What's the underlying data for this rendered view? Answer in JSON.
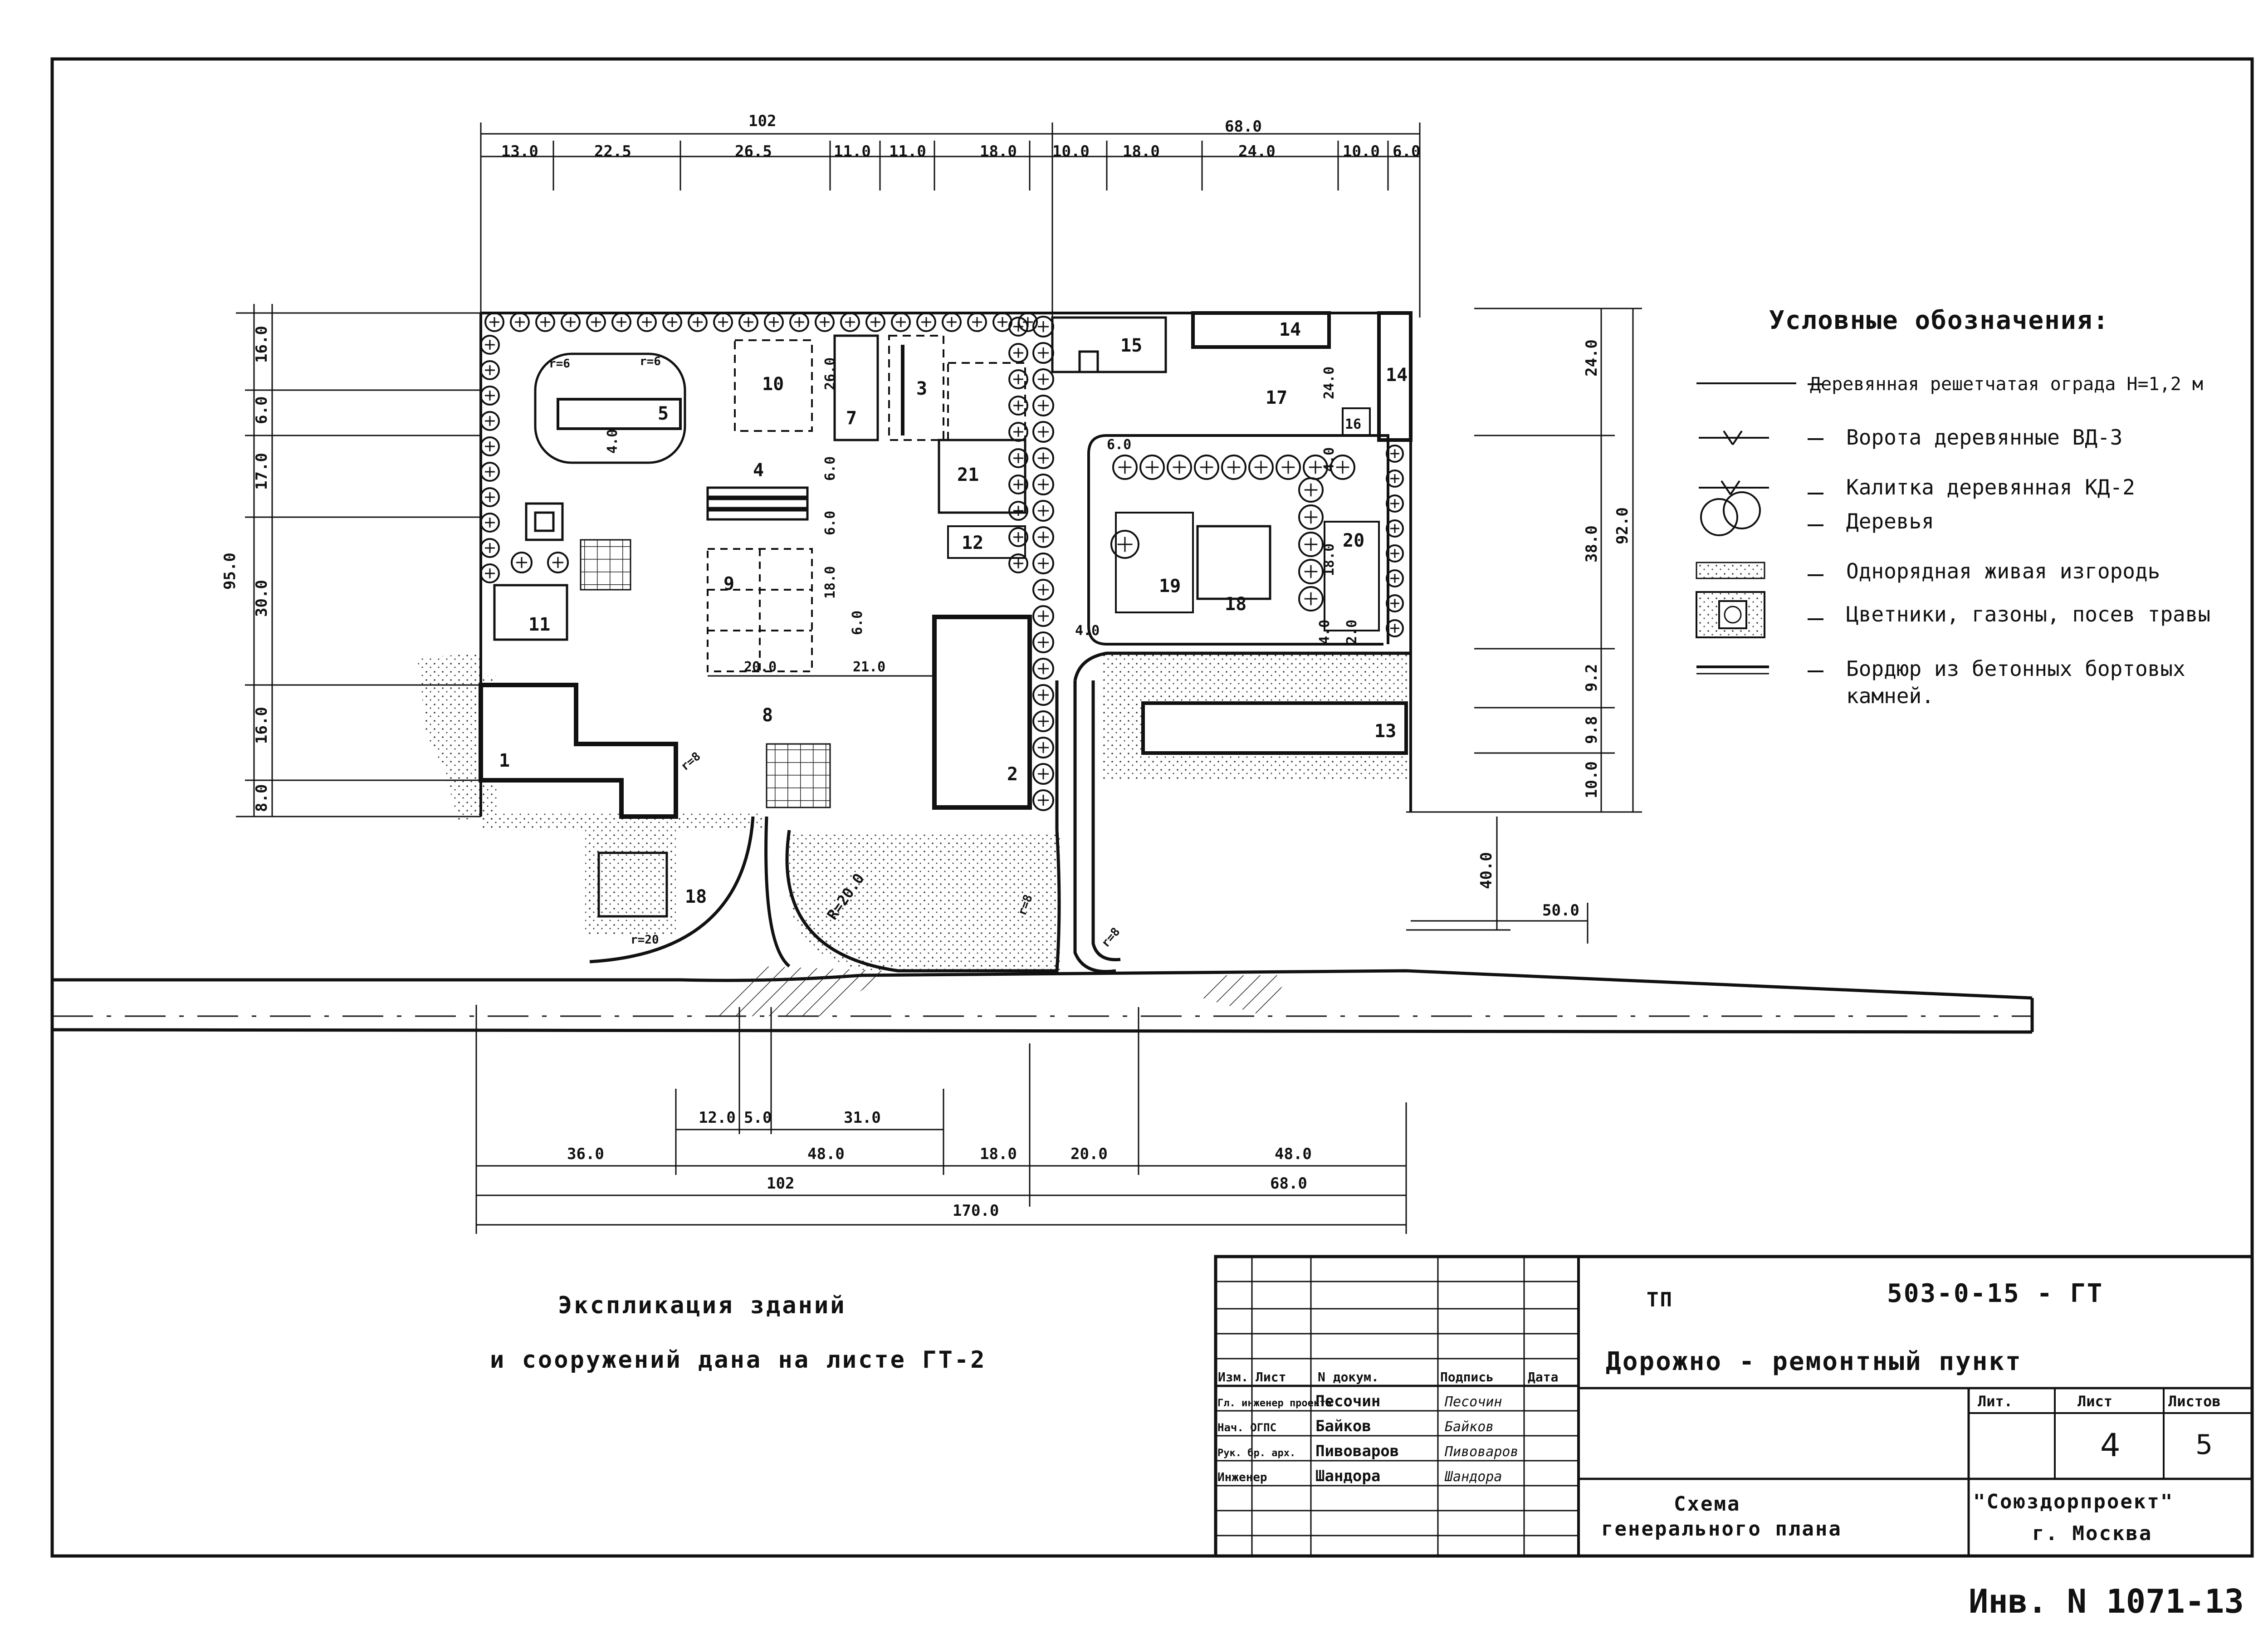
{
  "site_plan": {
    "dimensions_top": {
      "overall": [
        "102",
        "68.0"
      ],
      "chain": [
        "13.0",
        "22.5",
        "26.5",
        "11.0",
        "11.0",
        "18.0",
        "10.0",
        "18.0",
        "24.0",
        "10.0",
        "6.0"
      ]
    },
    "dimensions_left": [
      "16.0",
      "6.0",
      "17.0",
      "30.0",
      "16.0",
      "8.0",
      "95.0"
    ],
    "dimensions_right": [
      "24.0",
      "38.0",
      "92.0",
      "9.2",
      "9.8",
      "10.0",
      "40.0",
      "50.0"
    ],
    "dimensions_bottom": {
      "row1": [
        "12.0",
        "5.0",
        "31.0"
      ],
      "row2": [
        "36.0",
        "48.0",
        "18.0",
        "20.0",
        "48.0"
      ],
      "row3": [
        "102",
        "68.0"
      ],
      "total": "170.0"
    },
    "inner_dims": [
      "20.0",
      "21.0",
      "26.0",
      "6.0",
      "6.0",
      "18.0",
      "6.0",
      "4.0",
      "24.0",
      "4.0",
      "18.0",
      "4.0",
      "4.0",
      "2.0",
      "6.0",
      "16"
    ],
    "radii": [
      "r=6",
      "r=20",
      "R=20.0",
      "r=8",
      "r=6",
      "r=8",
      "r=8"
    ],
    "building_numbers": [
      "1",
      "2",
      "3",
      "4",
      "5",
      "7",
      "8",
      "9",
      "10",
      "11",
      "12",
      "13",
      "14",
      "14",
      "15",
      "17",
      "18",
      "18",
      "19",
      "20",
      "21"
    ]
  },
  "legend": {
    "title": "Условные обозначения:",
    "items": [
      "Деревянная решетчатая ограда Н=1,2 м",
      "Ворота деревянные ВД-3",
      "Калитка деревянная КД-2",
      "Деревья",
      "Однорядная живая изгородь",
      "Цветники, газоны, посев травы",
      "Бордюр из бетонных бортовых",
      "камней."
    ]
  },
  "note": {
    "line1": "Экспликация зданий",
    "line2": "и сооружений дана на листе ГТ-2"
  },
  "title_block": {
    "project_prefix": "ТП",
    "project_code": "503-0-15 - ГТ",
    "project_name": "Дорожно - ремонтный пункт",
    "headers": [
      "Изм.",
      "Лист",
      "N докум.",
      "Подпись",
      "Дата"
    ],
    "signatories": [
      {
        "role": "Гл. инженер проекта",
        "name": "Песочин",
        "sig": "Песочин"
      },
      {
        "role": "Нач. ОГПС",
        "name": "Байков",
        "sig": "Байков"
      },
      {
        "role": "Рук. бр. арх.",
        "name": "Пивоваров",
        "sig": "Пивоваров"
      },
      {
        "role": "Инженер",
        "name": "Шандора",
        "sig": "Шандора"
      }
    ],
    "stage_label": "Лит.",
    "sheet_label": "Лист",
    "sheets_label": "Листов",
    "sheet": "4",
    "sheets": "5",
    "drawing_title_1": "Схема",
    "drawing_title_2": "генерального плана",
    "org_1": "\"Союздорпроект\"",
    "org_2": "г. Москва"
  },
  "inventory": "Инв. N 1071-13"
}
